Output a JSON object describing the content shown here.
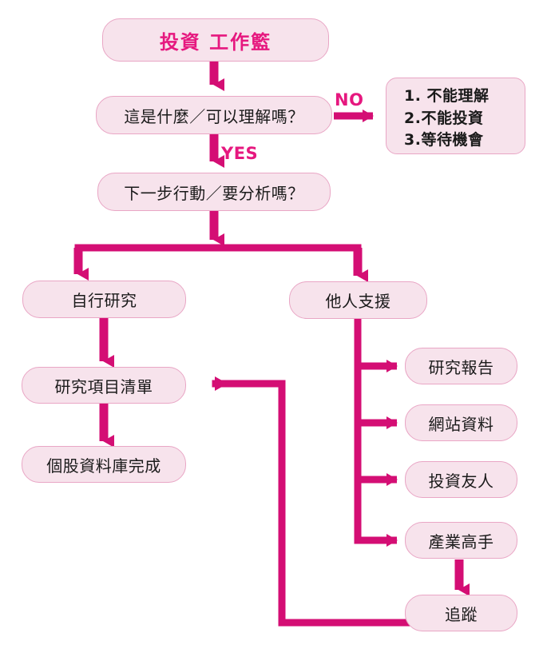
{
  "diagram": {
    "title": "投資 工作籃",
    "colors": {
      "node_fill": "#f7e3ec",
      "node_border": "#e9a6c5",
      "connector": "#d40e74",
      "accent_text": "#e6187f",
      "body_text": "#1a1a1a",
      "background": "#ffffff"
    },
    "nodes": {
      "start": {
        "label": "投資 工作籃"
      },
      "decision_understand": {
        "label": "這是什麼／可以理解嗎？"
      },
      "reject_list": {
        "items": [
          "1. 不能理解",
          "2.不能投資",
          "3.等待機會"
        ]
      },
      "decision_next_action": {
        "label": "下一步行動／要分析嗎？"
      },
      "self_research": {
        "label": "自行研究"
      },
      "others_support": {
        "label": "他人支援"
      },
      "research_item_list": {
        "label": "研究項目清單"
      },
      "stock_database_done": {
        "label": "個股資料庫完成"
      },
      "research_report": {
        "label": "研究報告"
      },
      "website_data": {
        "label": "網站資料"
      },
      "investment_friends": {
        "label": "投資友人"
      },
      "industry_expert": {
        "label": "產業高手"
      },
      "follow_up": {
        "label": "追蹤"
      }
    },
    "edge_labels": {
      "no": "NO",
      "yes": "YES"
    }
  }
}
